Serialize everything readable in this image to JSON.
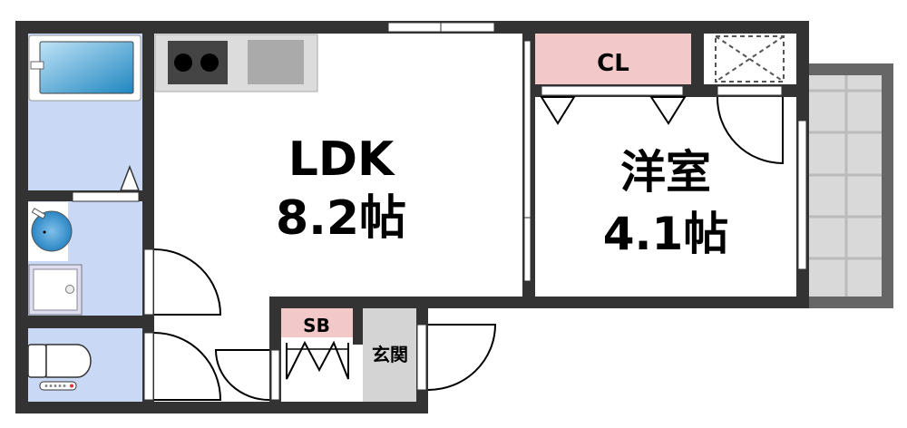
{
  "rooms": {
    "ldk": {
      "name": "LDK",
      "size": "8.2帖"
    },
    "western_room": {
      "name": "洋室",
      "size": "4.1帖"
    },
    "closet": {
      "name": "CL"
    },
    "shoe_box": {
      "name": "SB"
    },
    "entrance": {
      "name": "玄関"
    }
  },
  "colors": {
    "wall": "#333333",
    "wet_area": "#c9d9f5",
    "storage": "#f2c8c8",
    "entrance": "#d4d4d4",
    "balcony": "#d9d9d9",
    "balcony_frame": "#666666"
  }
}
